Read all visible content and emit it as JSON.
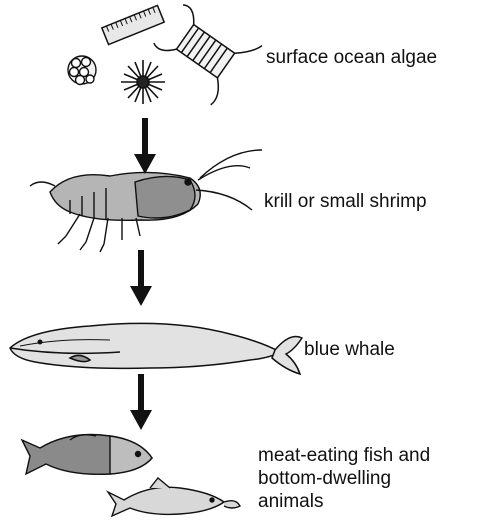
{
  "food_chain": [
    {
      "label": "surface ocean algae",
      "icon": "algae-illustration"
    },
    {
      "label": "krill or small shrimp",
      "icon": "shrimp-illustration"
    },
    {
      "label": "blue whale",
      "icon": "whale-illustration"
    },
    {
      "label": "meat-eating fish and\nbottom-dwelling\nanimals",
      "icon": "fish-illustration"
    }
  ],
  "colors": {
    "ink": "#111111",
    "body_fill": "#9a9a9a",
    "light_fill": "#dcdcdc"
  }
}
